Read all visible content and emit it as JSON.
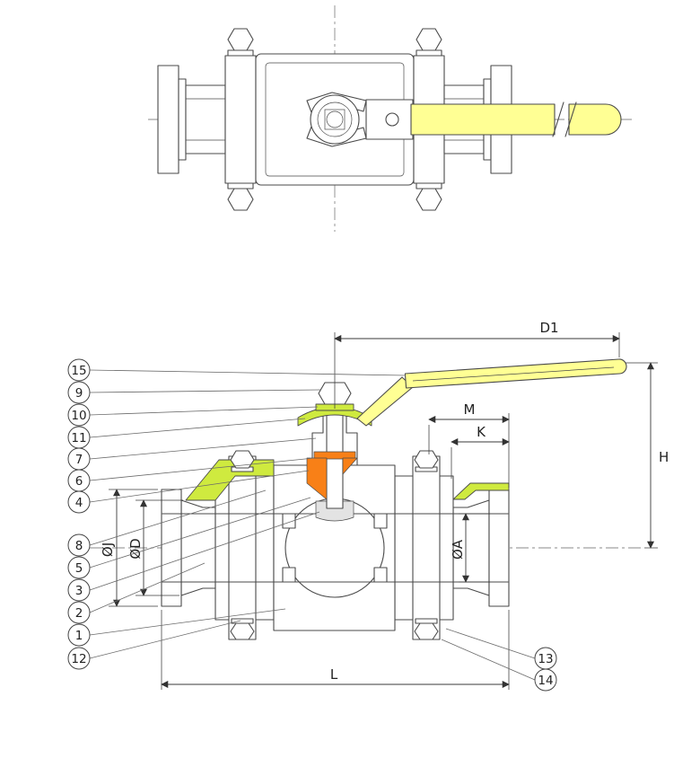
{
  "colors": {
    "line": "#4a4a4a",
    "centerline": "#8a8a8a",
    "dim": "#3a3a3a",
    "handle-yellow": "#FFFF94",
    "ferrule-green": "#CFEA3F",
    "seat-orange": "#F88017",
    "detail-gray": "#E3E3E3"
  },
  "dimensions": {
    "d1": "D1",
    "h": "H",
    "m": "M",
    "k": "K",
    "l": "L",
    "dia_j": "ØJ",
    "dia_d": "ØD",
    "dia_a": "ØA"
  },
  "balloons": {
    "left_upper": [
      "15",
      "9",
      "10",
      "11",
      "7",
      "6",
      "4"
    ],
    "left_lower": [
      "8",
      "5",
      "3",
      "2",
      "1",
      "12"
    ],
    "right": [
      "13",
      "14"
    ]
  }
}
